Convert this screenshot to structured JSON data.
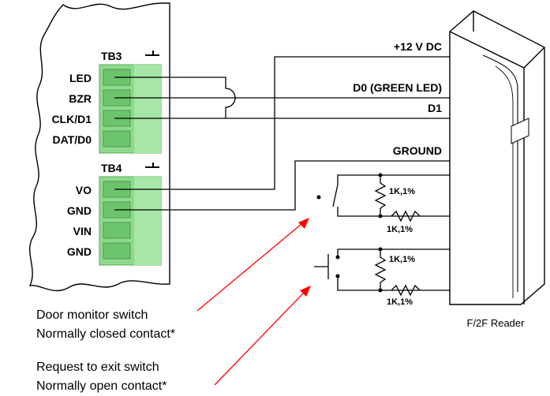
{
  "tb3": {
    "title": "TB3",
    "pins": [
      "LED",
      "BZR",
      "CLK/D1",
      "DAT/D0"
    ]
  },
  "tb4": {
    "title": "TB4",
    "pins": [
      "VO",
      "GND",
      "VIN",
      "GND"
    ]
  },
  "wires": {
    "power": "+12 V DC",
    "d0": "D0 (GREEN LED)",
    "d1": "D1",
    "ground": "GROUND"
  },
  "resistors": {
    "value": "1K,1%"
  },
  "reader": {
    "label": "F/2F Reader"
  },
  "notes": {
    "door_line1": "Door monitor switch",
    "door_line2": "Normally closed contact*",
    "rex_line1": "Request to exit switch",
    "rex_line2": "Normally open contact*"
  },
  "colors": {
    "terminal_fill": "#8fd98f",
    "terminal_edge": "#5aa95a",
    "arrow": "#ff0000"
  }
}
